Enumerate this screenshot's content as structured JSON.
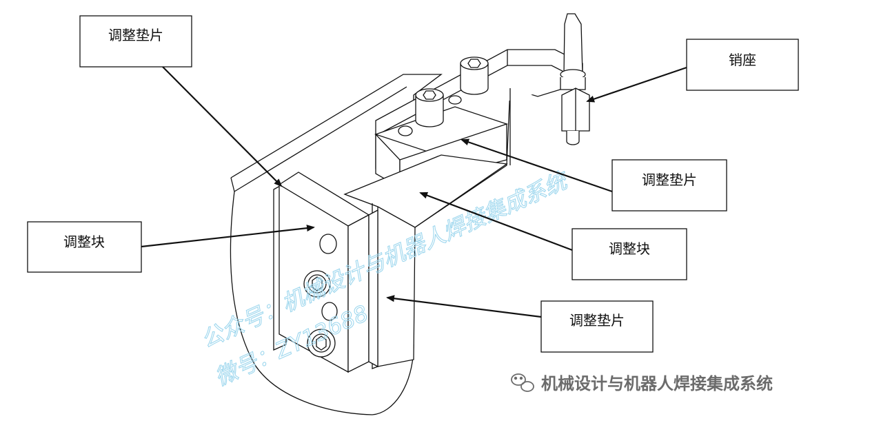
{
  "labels": {
    "top_left": "调整垫片",
    "pin_seat": "销座",
    "mid_right": "调整垫片",
    "left_block": "调整块",
    "right_block": "调整块",
    "bottom_right": "调整垫片"
  },
  "watermark": {
    "line1": "公众号：机械设计与机器人焊接集成系统",
    "line2": "微号：ZY13688"
  },
  "brand": {
    "text": "机械设计与机器人焊接集成系统",
    "icon": "wechat-icon"
  },
  "colors": {
    "line": "#111111",
    "watermark": "#9ed7ee",
    "brand": "#6b6b6b"
  }
}
